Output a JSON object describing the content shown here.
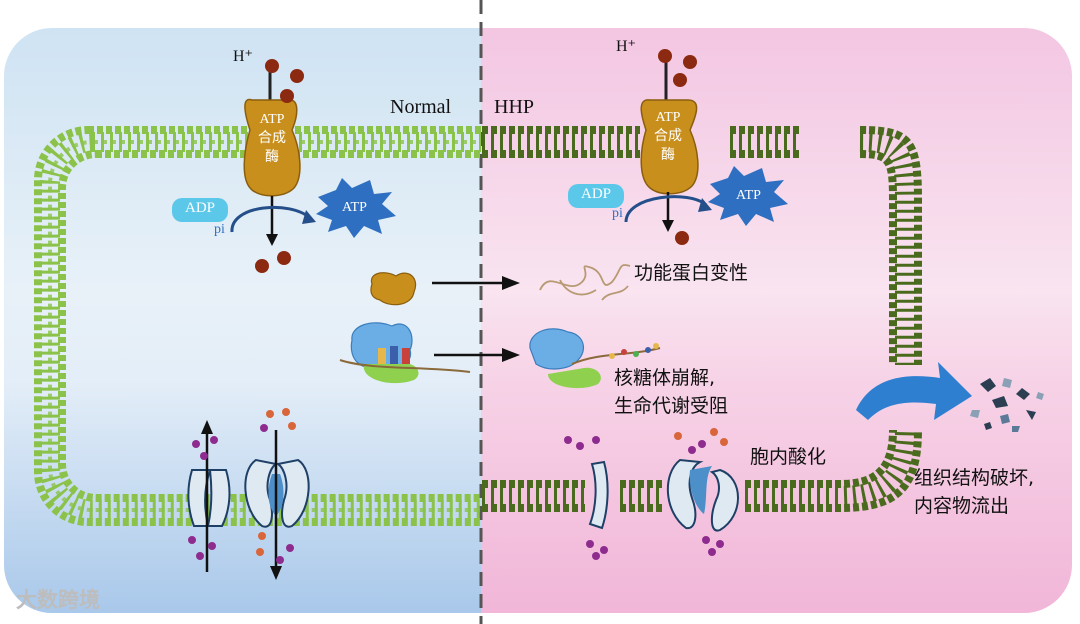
{
  "diagram": {
    "left_panel_label": "Normal",
    "right_panel_label": "HHP",
    "proton_label_left": "H⁺",
    "proton_label_right": "H⁺",
    "enzyme_lines_left": [
      "ATP",
      "合成",
      "酶"
    ],
    "enzyme_lines_right": [
      "ATP",
      "合成",
      "酶"
    ],
    "adp_left": "ADP",
    "adp_right": "ADP",
    "pi_left": "pi",
    "pi_right": "pi",
    "atp_left": "ATP",
    "atp_right": "ATP",
    "protein_effect": "功能蛋白变性",
    "ribosome_effect_line1": "核糖体崩解,",
    "ribosome_effect_line2": "生命代谢受阻",
    "acidification": "胞内酸化",
    "rupture_line1": "组织结构破坏,",
    "rupture_line2": "内容物流出"
  },
  "colors": {
    "normal_bg": "#cfe3f3",
    "hhp_bg": "#f3c6e2",
    "membrane_normal": "#8bc34a",
    "membrane_hhp": "#4a6b1d",
    "enzyme": "#c98f1c",
    "proton": "#8b2a10",
    "atp_star": "#2f6fc1",
    "adp_pill": "#5bc8ea",
    "purple_ion": "#8e2b8f",
    "orange_ion": "#d9653a",
    "arrow_blue": "#2f7fd0"
  },
  "watermark": "大数跨境"
}
